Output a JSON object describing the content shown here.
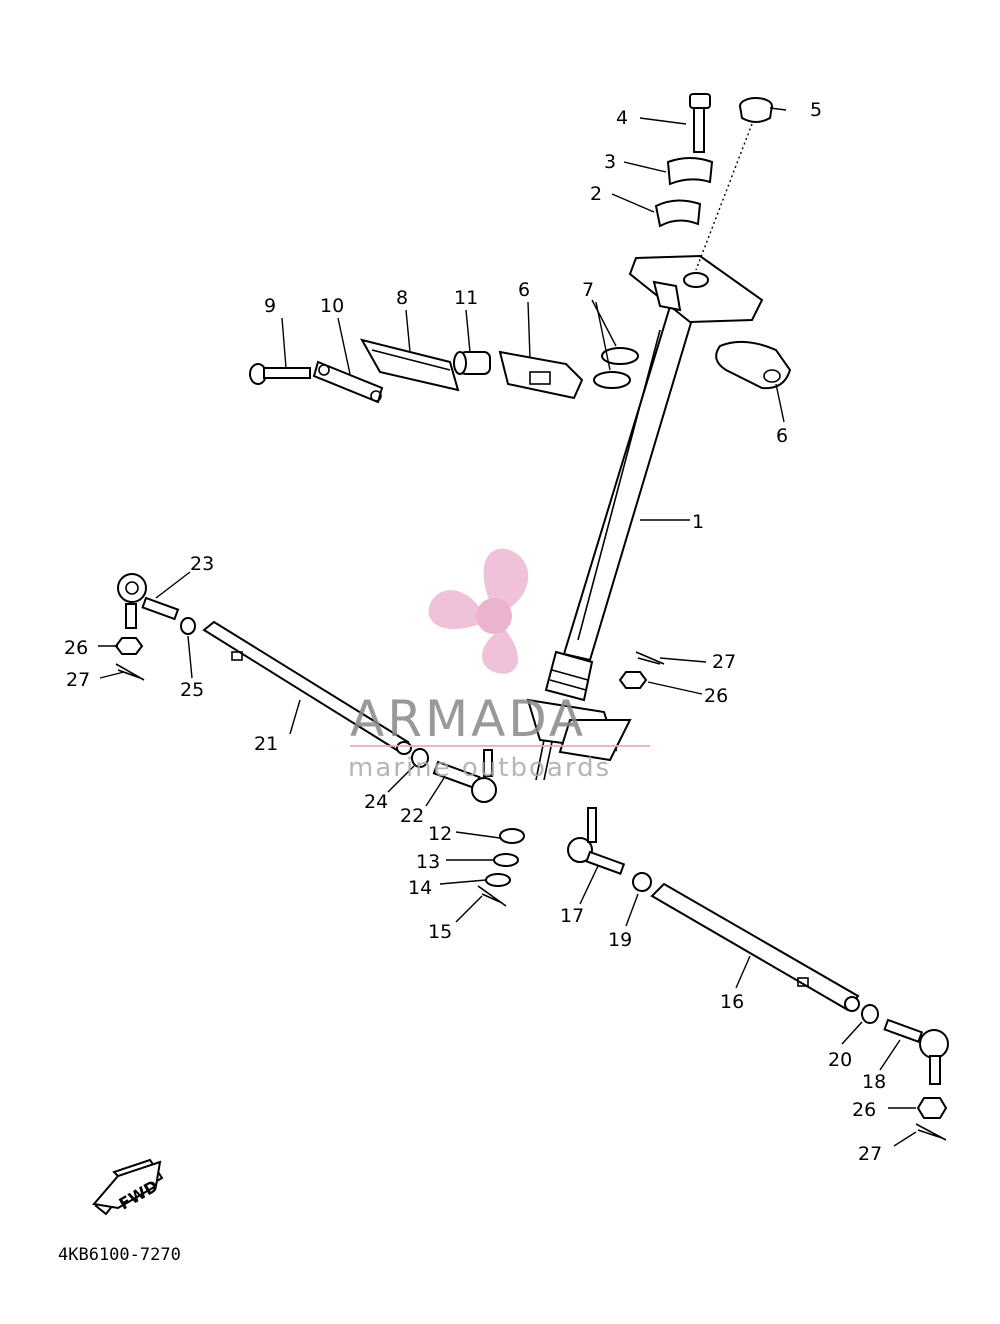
{
  "diagram": {
    "document_id": "4KB6100-7270",
    "direction_label": "FWD",
    "watermark": {
      "brand": "ARMADA",
      "tagline": "marine outboards",
      "icon": "propeller-logo-icon",
      "color": "#e7a6c8"
    },
    "callouts": [
      {
        "id": "c1",
        "text": "1"
      },
      {
        "id": "c2",
        "text": "2"
      },
      {
        "id": "c3",
        "text": "3"
      },
      {
        "id": "c4",
        "text": "4"
      },
      {
        "id": "c5",
        "text": "5"
      },
      {
        "id": "c6a",
        "text": "6"
      },
      {
        "id": "c6b",
        "text": "6"
      },
      {
        "id": "c7",
        "text": "7"
      },
      {
        "id": "c8",
        "text": "8"
      },
      {
        "id": "c9",
        "text": "9"
      },
      {
        "id": "c10",
        "text": "10"
      },
      {
        "id": "c11",
        "text": "11"
      },
      {
        "id": "c12",
        "text": "12"
      },
      {
        "id": "c13",
        "text": "13"
      },
      {
        "id": "c14",
        "text": "14"
      },
      {
        "id": "c15",
        "text": "15"
      },
      {
        "id": "c16",
        "text": "16"
      },
      {
        "id": "c17",
        "text": "17"
      },
      {
        "id": "c18",
        "text": "18"
      },
      {
        "id": "c19",
        "text": "19"
      },
      {
        "id": "c20",
        "text": "20"
      },
      {
        "id": "c21",
        "text": "21"
      },
      {
        "id": "c22",
        "text": "22"
      },
      {
        "id": "c23",
        "text": "23"
      },
      {
        "id": "c24",
        "text": "24"
      },
      {
        "id": "c25",
        "text": "25"
      },
      {
        "id": "c26a",
        "text": "26"
      },
      {
        "id": "c26b",
        "text": "26"
      },
      {
        "id": "c26c",
        "text": "26"
      },
      {
        "id": "c27a",
        "text": "27"
      },
      {
        "id": "c27b",
        "text": "27"
      },
      {
        "id": "c27c",
        "text": "27"
      }
    ]
  }
}
